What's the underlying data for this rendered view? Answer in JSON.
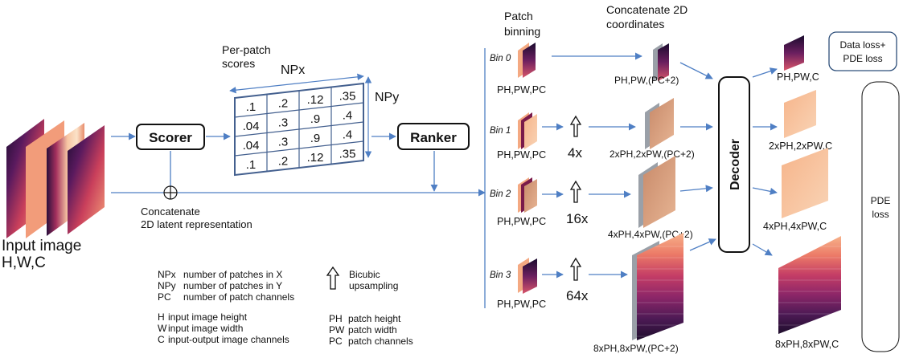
{
  "input": {
    "title": "Input image",
    "dims": "H,W,C"
  },
  "scorer": {
    "label": "Scorer"
  },
  "ranker": {
    "label": "Ranker"
  },
  "decoder": {
    "label": "Decoder"
  },
  "concat_latent": {
    "line1": "Concatenate",
    "line2": "2D latent representation"
  },
  "scores": {
    "title_line1": "Per-patch",
    "title_line2": "scores",
    "npx": "NPx",
    "npy": "NPy",
    "grid": [
      [
        ".1",
        ".2",
        ".12",
        ".35"
      ],
      [
        ".04",
        ".3",
        ".9",
        ".4"
      ],
      [
        ".04",
        ".3",
        ".9",
        ".4"
      ],
      [
        ".1",
        ".2",
        ".12",
        ".35"
      ]
    ]
  },
  "binning": {
    "title_line1": "Patch",
    "title_line2": "binning"
  },
  "concat_coords": {
    "line1": "Concatenate 2D",
    "line2": "coordinates"
  },
  "bins": [
    {
      "name": "Bin 0",
      "dims": "PH,PW,PC",
      "factor": "",
      "concat_dims": "PH,PW,(PC+2)",
      "out_dims": "PH,PW,C"
    },
    {
      "name": "Bin 1",
      "dims": "PH,PW,PC",
      "factor": "4x",
      "concat_dims": "2xPH,2xPW,(PC+2)",
      "out_dims": "2xPH,2xPW,C"
    },
    {
      "name": "Bin 2",
      "dims": "PH,PW,PC",
      "factor": "16x",
      "concat_dims": "4xPH,4xPW,(PC+2)",
      "out_dims": "4xPH,4xPW,C"
    },
    {
      "name": "Bin 3",
      "dims": "PH,PW,PC",
      "factor": "64x",
      "concat_dims": "8xPH,8xPW,(PC+2)",
      "out_dims": "8xPH,8xPW,C"
    }
  ],
  "loss": {
    "data_line1": "Data loss+",
    "data_line2": "PDE loss",
    "pde_line1": "PDE",
    "pde_line2": "loss"
  },
  "legend": {
    "npx": {
      "key": "NPx",
      "desc": "number of patches in X"
    },
    "npy": {
      "key": "NPy",
      "desc": "number of patches in Y"
    },
    "pc": {
      "key": "PC",
      "desc": "number of patch channels"
    },
    "h": {
      "key": "H",
      "desc": "input image height"
    },
    "w": {
      "key": "W",
      "desc": "input image width"
    },
    "c": {
      "key": "C",
      "desc": "input-output image channels"
    },
    "bicubic_line1": "Bicubic",
    "bicubic_line2": "upsampling",
    "ph": {
      "key": "PH",
      "desc": "patch height"
    },
    "pw": {
      "key": "PW",
      "desc": "patch width"
    },
    "pc2": {
      "key": "PC",
      "desc": "patch channels"
    }
  },
  "colors": {
    "arrow": "#4f7fc4",
    "grid_border": "#44608f",
    "box_border": "#111111",
    "loss_border": "#2e4f7a"
  }
}
